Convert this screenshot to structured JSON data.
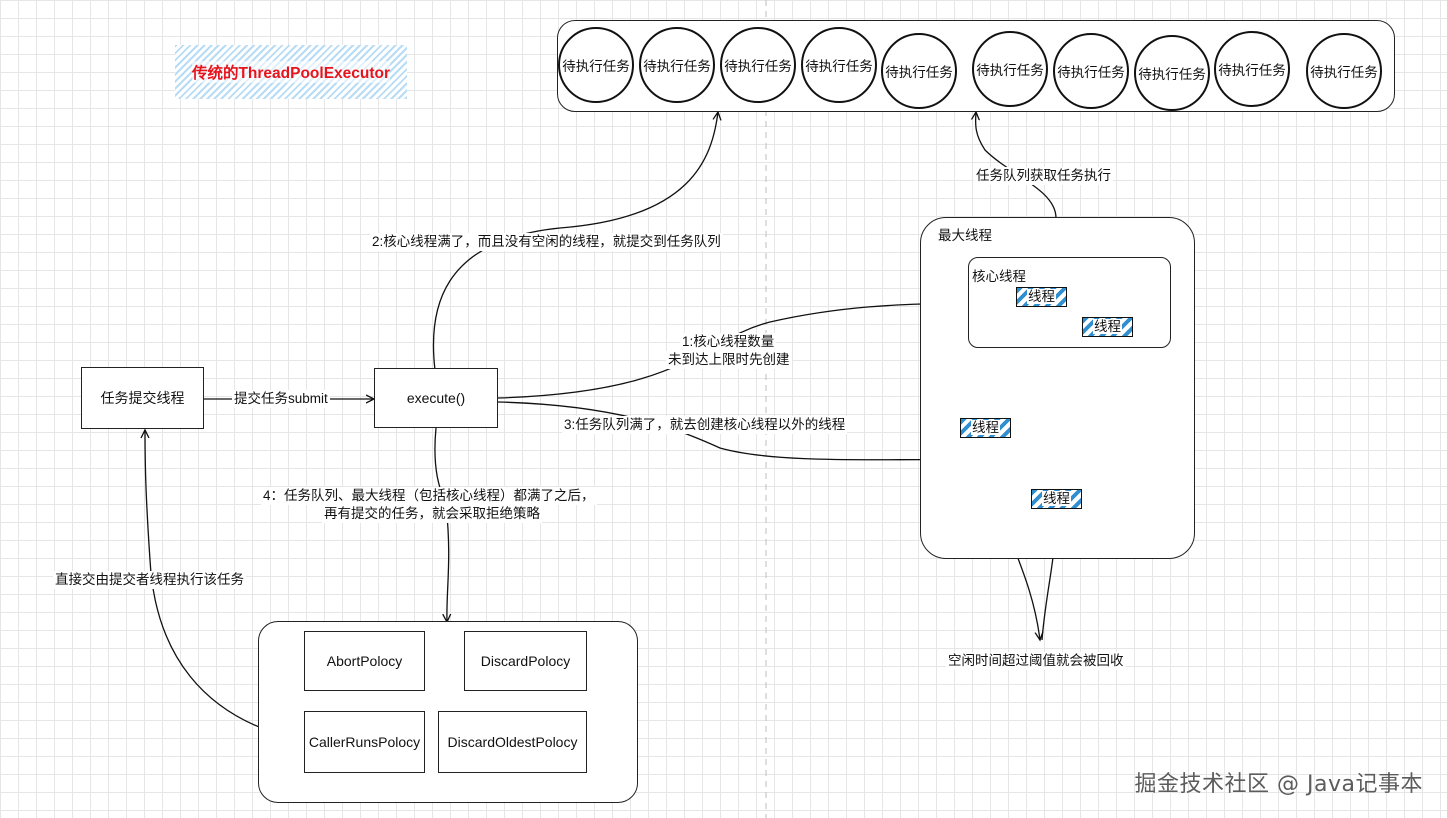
{
  "title": "传统的ThreadPoolExecutor",
  "queue": {
    "tasks": [
      "待执行任务",
      "待执行任务",
      "待执行任务",
      "待执行任务",
      "待执行任务",
      "待执行任务",
      "待执行任务",
      "待执行任务",
      "待执行任务",
      "待执行任务"
    ]
  },
  "nodes": {
    "submitter": "任务提交线程",
    "execute": "execute()"
  },
  "edges": {
    "submit": "提交任务submit",
    "step1_line1": "1:核心线程数量",
    "step1_line2": "未到达上限时先创建",
    "step2": "2:核心线程满了，而且没有空闲的线程，就提交到任务队列",
    "step3": "3:任务队列满了，就去创建核心线程以外的线程",
    "step4_line1": "4：任务队列、最大线程（包括核心线程）都满了之后，",
    "step4_line2": "再有提交的任务，就会采取拒绝策略",
    "fetch": "任务队列获取任务执行",
    "caller_back": "直接交由提交者线程执行该任务",
    "reclaim": "空闲时间超过阈值就会被回收"
  },
  "pool": {
    "max_label": "最大线程",
    "core_label": "核心线程",
    "thread_label": "线程"
  },
  "policies": {
    "abort": "AbortPolocy",
    "discard": "DiscardPolocy",
    "caller_runs": "CallerRunsPolocy",
    "discard_oldest": "DiscardOldestPolocy"
  },
  "watermark": "掘金技术社区 @ Java记事本",
  "colors": {
    "title_text": "#e8141b",
    "thread_stripe": "#2f8fd0"
  }
}
